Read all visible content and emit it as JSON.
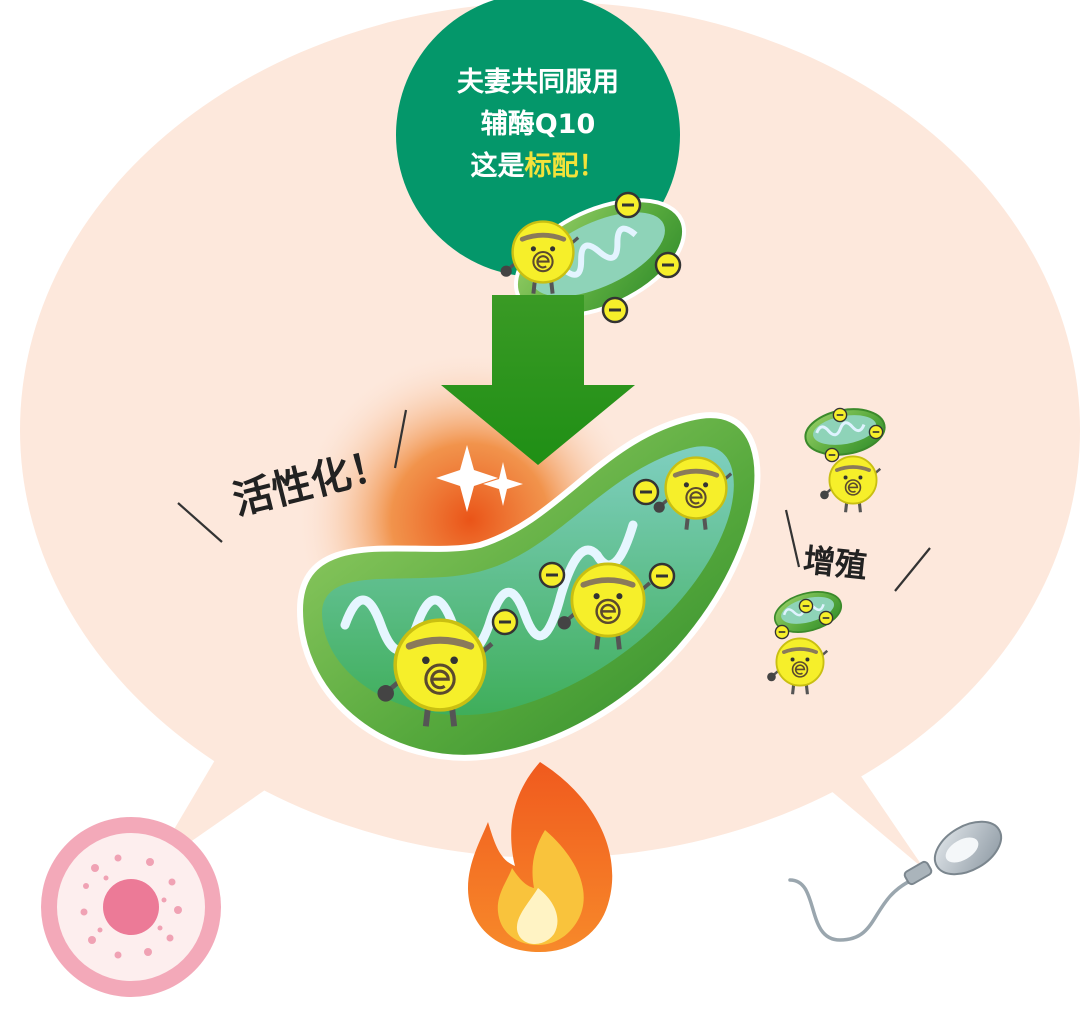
{
  "circle": {
    "line1": "夫妻共同服用",
    "line2": "辅酶Q10",
    "line3_prefix": "这是",
    "line3_highlight": "标配",
    "line3_suffix": "！"
  },
  "labels": {
    "activate": "活性化！",
    "multiply": "增殖"
  },
  "icons": [
    "mitochondria-icon",
    "electron-character-icon",
    "down-arrow-icon",
    "sparkle-icon",
    "flame-icon",
    "egg-cell-icon",
    "sperm-icon"
  ],
  "colors": {
    "bubble": "#fde8dc",
    "circle": "#04976a",
    "arrow": "#1f9a1a",
    "mito_outer": "#6dbb4a",
    "mito_inner": "#8fd4b8",
    "electron": "#f6ef2a",
    "highlight_text": "#f3e23a",
    "glow": "#ef6a1e",
    "egg": "#f3a9b9",
    "flame": "#f4511e"
  }
}
